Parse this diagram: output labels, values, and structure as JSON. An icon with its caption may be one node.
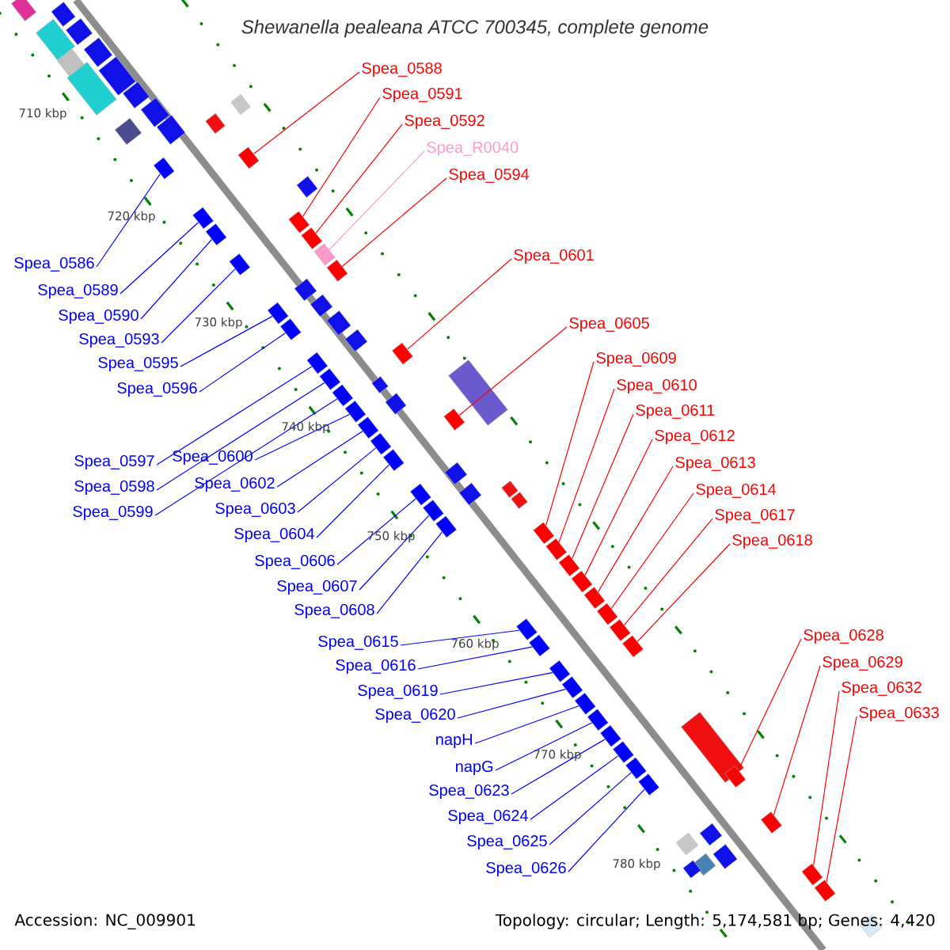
{
  "diagram": {
    "title": "Shewanella pealeana ATCC 700345, complete genome",
    "nodes": [
      {
        "text": [
          "Spea_0588"
        ]
      },
      {
        "text": [
          "Spea_0591"
        ]
      },
      {
        "text": [
          "Spea_0592"
        ]
      },
      {
        "text": [
          "Spea_R0040"
        ]
      },
      {
        "text": [
          "Spea_0594"
        ]
      },
      {
        "text": [
          "Spea_0601"
        ]
      },
      {
        "text": [
          "Spea_0605"
        ]
      },
      {
        "text": [
          "Spea_0609"
        ]
      },
      {
        "text": [
          "Spea_0610"
        ]
      },
      {
        "text": [
          "Spea_0611"
        ]
      },
      {
        "text": [
          "Spea_0612"
        ]
      },
      {
        "text": [
          "Spea_0613"
        ]
      },
      {
        "text": [
          "Spea_0614"
        ]
      },
      {
        "text": [
          "Spea_0617"
        ]
      },
      {
        "text": [
          "Spea_0618"
        ]
      },
      {
        "text": [
          "Spea_0628"
        ]
      },
      {
        "text": [
          "Spea_0629"
        ]
      },
      {
        "text": [
          "Spea_0632"
        ]
      },
      {
        "text": [
          "Spea_0633"
        ]
      },
      {
        "text": [
          "Spea_0586"
        ]
      },
      {
        "text": [
          "Spea_0589"
        ]
      },
      {
        "text": [
          "Spea_0590"
        ]
      },
      {
        "text": [
          "Spea_0593"
        ]
      },
      {
        "text": [
          "Spea_0595"
        ]
      },
      {
        "text": [
          "Spea_0596"
        ]
      },
      {
        "text": [
          "Spea_0597"
        ]
      },
      {
        "text": [
          "Spea_0598"
        ]
      },
      {
        "text": [
          "Spea_0599"
        ]
      },
      {
        "text": [
          "Spea_0600"
        ]
      },
      {
        "text": [
          "Spea_0602"
        ]
      },
      {
        "text": [
          "Spea_0603"
        ]
      },
      {
        "text": [
          "Spea_0604"
        ]
      },
      {
        "text": [
          "Spea_0606"
        ]
      },
      {
        "text": [
          "Spea_0607"
        ]
      },
      {
        "text": [
          "Spea_0608"
        ]
      },
      {
        "text": [
          "Spea_0615"
        ]
      },
      {
        "text": [
          "Spea_0616"
        ]
      },
      {
        "text": [
          "Spea_0619"
        ]
      },
      {
        "text": [
          "Spea_0620"
        ]
      },
      {
        "text": [
          "napH"
        ]
      },
      {
        "text": [
          "napG"
        ]
      },
      {
        "text": [
          "Spea_0623"
        ]
      },
      {
        "text": [
          "Spea_0624"
        ]
      },
      {
        "text": [
          "Spea_0625"
        ]
      },
      {
        "text": [
          "Spea_0626"
        ]
      },
      {
        "text": [],
        "shape": "box"
      },
      {
        "text": [],
        "shape": "box"
      },
      {
        "text": [],
        "shape": "box"
      },
      {
        "text": [],
        "shape": "box"
      },
      {
        "text": [],
        "shape": "box"
      },
      {
        "text": [],
        "shape": "box"
      },
      {
        "text": [],
        "shape": "box"
      },
      {
        "text": [],
        "shape": "box"
      },
      {
        "text": [],
        "shape": "box"
      },
      {
        "text": [],
        "shape": "box"
      },
      {
        "text": [],
        "shape": "box"
      },
      {
        "text": [],
        "shape": "box"
      },
      {
        "text": [],
        "shape": "box"
      },
      {
        "text": [],
        "shape": "box"
      },
      {
        "text": [],
        "shape": "box"
      },
      {
        "text": [],
        "shape": "box"
      },
      {
        "text": [],
        "shape": "box"
      },
      {
        "text": [],
        "shape": "box"
      },
      {
        "text": [],
        "shape": "box"
      },
      {
        "text": [],
        "shape": "box"
      },
      {
        "text": [],
        "shape": "box"
      },
      {
        "text": [],
        "shape": "box"
      },
      {
        "text": [],
        "shape": "box"
      },
      {
        "text": [],
        "shape": "box"
      },
      {
        "text": [],
        "shape": "box"
      },
      {
        "text": [],
        "shape": "box"
      },
      {
        "text": [],
        "shape": "box"
      },
      {
        "text": [],
        "shape": "box"
      },
      {
        "text": [],
        "shape": "box"
      },
      {
        "text": [],
        "shape": "box"
      },
      {
        "text": [],
        "shape": "box"
      },
      {
        "text": [],
        "shape": "box"
      },
      {
        "text": [],
        "shape": "box"
      },
      {
        "text": [],
        "shape": "box"
      },
      {
        "text": [],
        "shape": "box"
      },
      {
        "text": [],
        "shape": "box"
      },
      {
        "text": [],
        "shape": "box"
      },
      {
        "text": [],
        "shape": "box"
      },
      {
        "text": [],
        "shape": "box"
      },
      {
        "text": [],
        "shape": "box"
      },
      {
        "text": [],
        "shape": "box"
      },
      {
        "text": [],
        "shape": "box"
      },
      {
        "text": [],
        "shape": "box"
      },
      {
        "text": [],
        "shape": "box"
      },
      {
        "text": [],
        "shape": "box"
      }
    ],
    "edges": [
      {
        "from": 0,
        "to": 45,
        "arrow": "none",
        "color": "#ff0000"
      },
      {
        "from": 1,
        "to": 46,
        "arrow": "none",
        "color": "#ff0000"
      },
      {
        "from": 2,
        "to": 47,
        "arrow": "none",
        "color": "#ff0000"
      },
      {
        "from": 3,
        "to": 48,
        "arrow": "none",
        "color": "#ff99cc"
      },
      {
        "from": 4,
        "to": 49,
        "arrow": "none",
        "color": "#ff0000"
      },
      {
        "from": 5,
        "to": 50,
        "arrow": "none",
        "color": "#ff0000"
      },
      {
        "from": 6,
        "to": 51,
        "arrow": "none",
        "color": "#ff0000"
      },
      {
        "from": 7,
        "to": 52,
        "arrow": "none",
        "color": "#ff0000"
      },
      {
        "from": 8,
        "to": 53,
        "arrow": "none",
        "color": "#ff0000"
      },
      {
        "from": 9,
        "to": 54,
        "arrow": "none",
        "color": "#ff0000"
      },
      {
        "from": 10,
        "to": 55,
        "arrow": "none",
        "color": "#ff0000"
      },
      {
        "from": 11,
        "to": 56,
        "arrow": "none",
        "color": "#ff0000"
      },
      {
        "from": 12,
        "to": 57,
        "arrow": "none",
        "color": "#ff0000"
      },
      {
        "from": 13,
        "to": 58,
        "arrow": "none",
        "color": "#ff0000"
      },
      {
        "from": 14,
        "to": 59,
        "arrow": "none",
        "color": "#ff0000"
      },
      {
        "from": 15,
        "to": 60,
        "arrow": "none",
        "color": "#ff0000"
      },
      {
        "from": 16,
        "to": 61,
        "arrow": "none",
        "color": "#ff0000"
      },
      {
        "from": 17,
        "to": 62,
        "arrow": "none",
        "color": "#ff0000"
      },
      {
        "from": 18,
        "to": 63,
        "arrow": "none",
        "color": "#ff0000"
      },
      {
        "from": 19,
        "to": 64,
        "arrow": "none"
      },
      {
        "from": 20,
        "to": 65,
        "arrow": "none"
      },
      {
        "from": 21,
        "to": 66,
        "arrow": "none"
      },
      {
        "from": 22,
        "to": 67,
        "arrow": "none"
      },
      {
        "from": 23,
        "to": 68,
        "arrow": "none"
      },
      {
        "from": 24,
        "to": 69,
        "arrow": "none"
      },
      {
        "from": 25,
        "to": 70,
        "arrow": "none"
      },
      {
        "from": 26,
        "to": 71,
        "arrow": "none"
      },
      {
        "from": 27,
        "to": 72,
        "arrow": "none"
      },
      {
        "from": 28,
        "to": 73,
        "arrow": "none"
      },
      {
        "from": 29,
        "to": 74,
        "arrow": "none"
      },
      {
        "from": 30,
        "to": 75,
        "arrow": "none"
      },
      {
        "from": 31,
        "to": 76,
        "arrow": "none"
      },
      {
        "from": 32,
        "to": 77,
        "arrow": "none"
      },
      {
        "from": 33,
        "to": 78,
        "arrow": "none"
      },
      {
        "from": 34,
        "to": 79,
        "arrow": "none"
      },
      {
        "from": 35,
        "to": 80,
        "arrow": "none"
      },
      {
        "from": 36,
        "to": 81,
        "arrow": "none"
      },
      {
        "from": 37,
        "to": 82,
        "arrow": "none"
      },
      {
        "from": 38,
        "to": 83,
        "arrow": "none"
      },
      {
        "from": 39,
        "to": 84,
        "arrow": "none"
      },
      {
        "from": 40,
        "to": 85,
        "arrow": "none"
      },
      {
        "from": 41,
        "to": 86,
        "arrow": "none"
      },
      {
        "from": 42,
        "to": 87,
        "arrow": "none"
      },
      {
        "from": 43,
        "to": 88,
        "arrow": "none"
      },
      {
        "from": 44,
        "to": 89,
        "arrow": "none"
      }
    ],
    "labels": [
      "710 kbp",
      "720 kbp",
      "730 kbp",
      "740 kbp",
      "750 kbp",
      "760 kbp",
      "770 kbp",
      "780 kbp",
      "Accession: NC_009901",
      "Topology: circular; Length: 5,174,581 bp; Genes: 4,420"
    ]
  }
}
